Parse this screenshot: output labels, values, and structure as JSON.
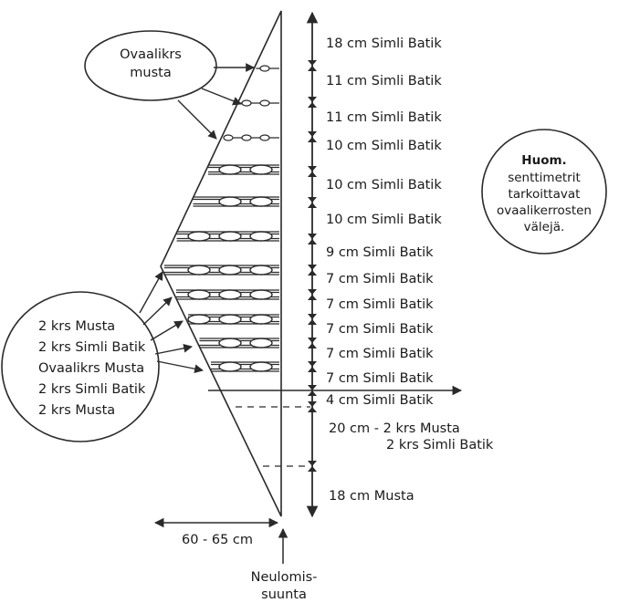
{
  "right_labels": [
    "18 cm Simli Batik",
    "11 cm Simli Batik",
    "11 cm Simli Batik",
    "10 cm Simli Batik",
    "10 cm Simli Batik",
    "10 cm Simli Batik",
    "9 cm Simli Batik",
    "7 cm Simli Batik",
    "7 cm Simli Batik",
    "7 cm Simli Batik",
    "7 cm Simli Batik",
    "7 cm Simli Batik",
    "4 cm Simli Batik"
  ],
  "section_label_line1": "20 cm - 2 krs Musta",
  "section_label_line2": "2 krs Simli Batik",
  "bottom_label": "18 cm Musta",
  "top_bubble": [
    "Ovaalikrs",
    "musta"
  ],
  "left_bubble": [
    "2 krs Musta",
    "2 krs Simli Batik",
    "Ovaalikrs Musta",
    "2 krs Simli Batik",
    "2 krs Musta"
  ],
  "note_title": "Huom.",
  "note_lines": [
    "senttimetrit",
    "tarkoittavat",
    "ovaalikerrosten",
    "välejä."
  ],
  "width_label": "60 - 65 cm",
  "direction_label": [
    "Neulomis-",
    "suunta"
  ]
}
